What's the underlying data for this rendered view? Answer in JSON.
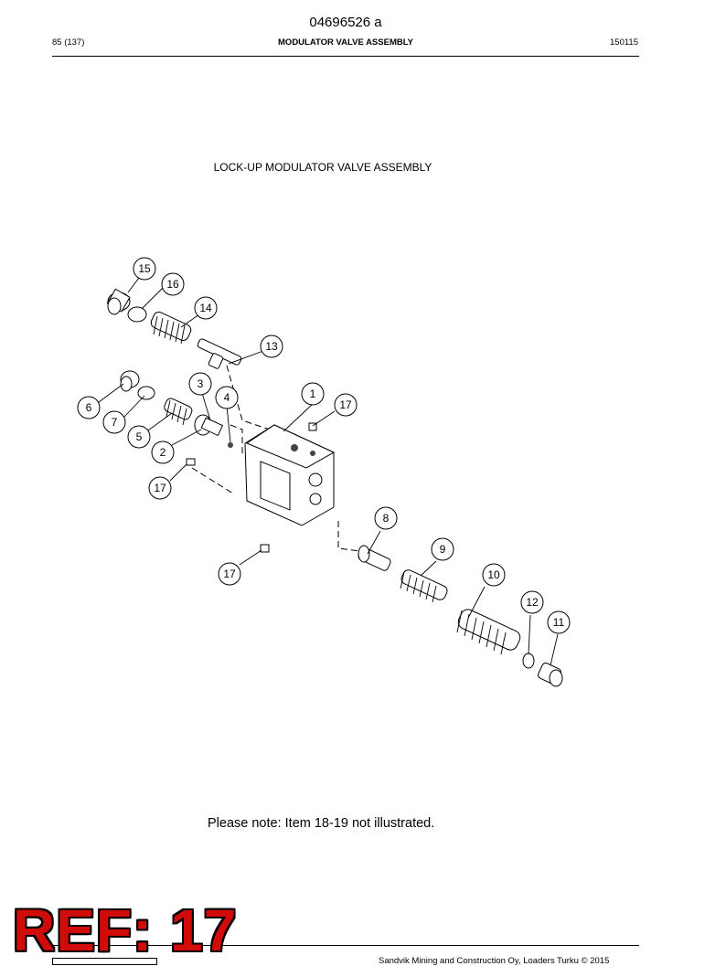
{
  "header": {
    "doc_number": "04696526 a",
    "page_ref": "85 (137)",
    "section_title": "MODULATOR VALVE ASSEMBLY",
    "date_code": "150115"
  },
  "figure": {
    "title": "LOCK-UP MODULATOR VALVE ASSEMBLY",
    "callouts": [
      "1",
      "2",
      "3",
      "4",
      "5",
      "6",
      "7",
      "8",
      "9",
      "10",
      "11",
      "12",
      "13",
      "14",
      "15",
      "16",
      "17",
      "17",
      "17"
    ]
  },
  "note": "Please note: Item 18-19 not illustrated.",
  "stamp": "REF: 17",
  "footer": {
    "copyright": "Sandvik Mining and Construction Oy, Loaders Turku © 2015"
  }
}
